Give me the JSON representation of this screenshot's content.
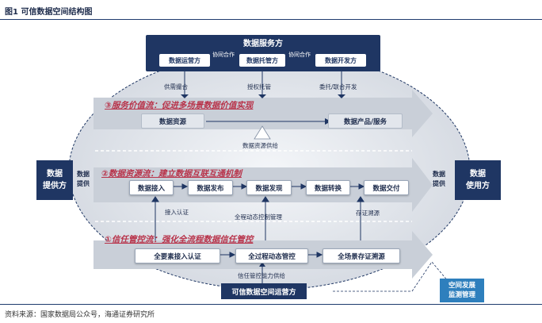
{
  "figure": {
    "title": "图1  可信数据空间结构图",
    "source": "资料来源：国家数据局公众号，海通证券研究所"
  },
  "service_provider": {
    "title": "数据服务方",
    "boxes": [
      "数据运营方",
      "数据托管方",
      "数据开发方"
    ],
    "links": [
      "协同合作",
      "协同合作"
    ]
  },
  "top_links": [
    "供需撮合",
    "授权托管",
    "委托/联合开发"
  ],
  "service_flow": {
    "title": "③服务价值流：促进多场景数据价值实现",
    "left_box": "数据资源",
    "right_box": "数据产品/服务",
    "supply_label": "数据资源供给"
  },
  "resource_flow": {
    "title": "②数据资源流：建立数据互联互通机制",
    "steps": [
      "数据接入",
      "数据发布",
      "数据发现",
      "数据转换",
      "数据交付"
    ]
  },
  "provider": {
    "title_line1": "数据",
    "title_line2": "提供方",
    "label_line1": "数据",
    "label_line2": "提供"
  },
  "consumer": {
    "title_line1": "数据",
    "title_line2": "使用方",
    "label_line1": "数据",
    "label_line2": "提供"
  },
  "mid_links": [
    "接入认证",
    "全程动态控制管理",
    "存证溯源"
  ],
  "trust_flow": {
    "title": "①信任管控流：强化全流程数据信任管控",
    "boxes": [
      "全要素接入认证",
      "全过程动态管控",
      "全场景存证溯源"
    ],
    "capability_label": "信任管控能力供给"
  },
  "operator": {
    "title": "可信数据空间运营方"
  },
  "monitor": {
    "line1": "空间发展",
    "line2": "监测管理"
  },
  "colors": {
    "navy": "#1f3663",
    "accent_red": "#b8334a",
    "monitor_blue": "#2e7fbd",
    "band_gray": "#c9cfd8"
  }
}
